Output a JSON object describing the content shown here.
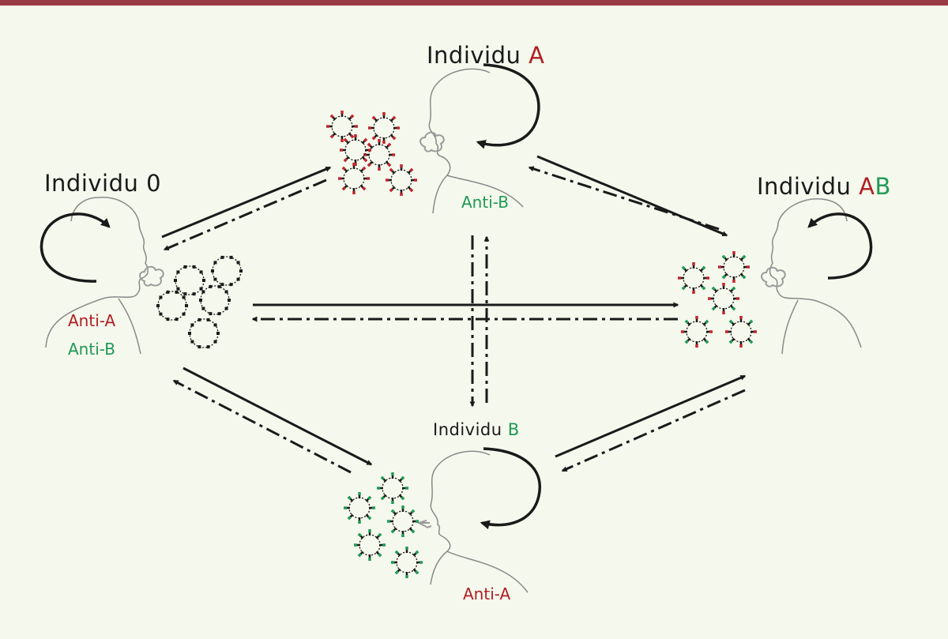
{
  "colors": {
    "band": "#9b3a47",
    "background": "#f5f8ec",
    "antigen_a": "#c0262c",
    "antigen_b": "#1e9a56",
    "ink": "#1a1a1a"
  },
  "individuals": {
    "o": {
      "prefix": "Individu ",
      "group": "0",
      "antibodies": [
        "Anti-A",
        "Anti-B"
      ]
    },
    "a": {
      "prefix": "Individu ",
      "group": "A",
      "antibodies": [
        "Anti-B"
      ]
    },
    "ab": {
      "prefix": "Individu ",
      "group_a": "A",
      "group_b": "B",
      "antibodies": []
    },
    "b": {
      "prefix": "Individu ",
      "group": "B",
      "antibodies": [
        "Anti-A"
      ]
    }
  }
}
